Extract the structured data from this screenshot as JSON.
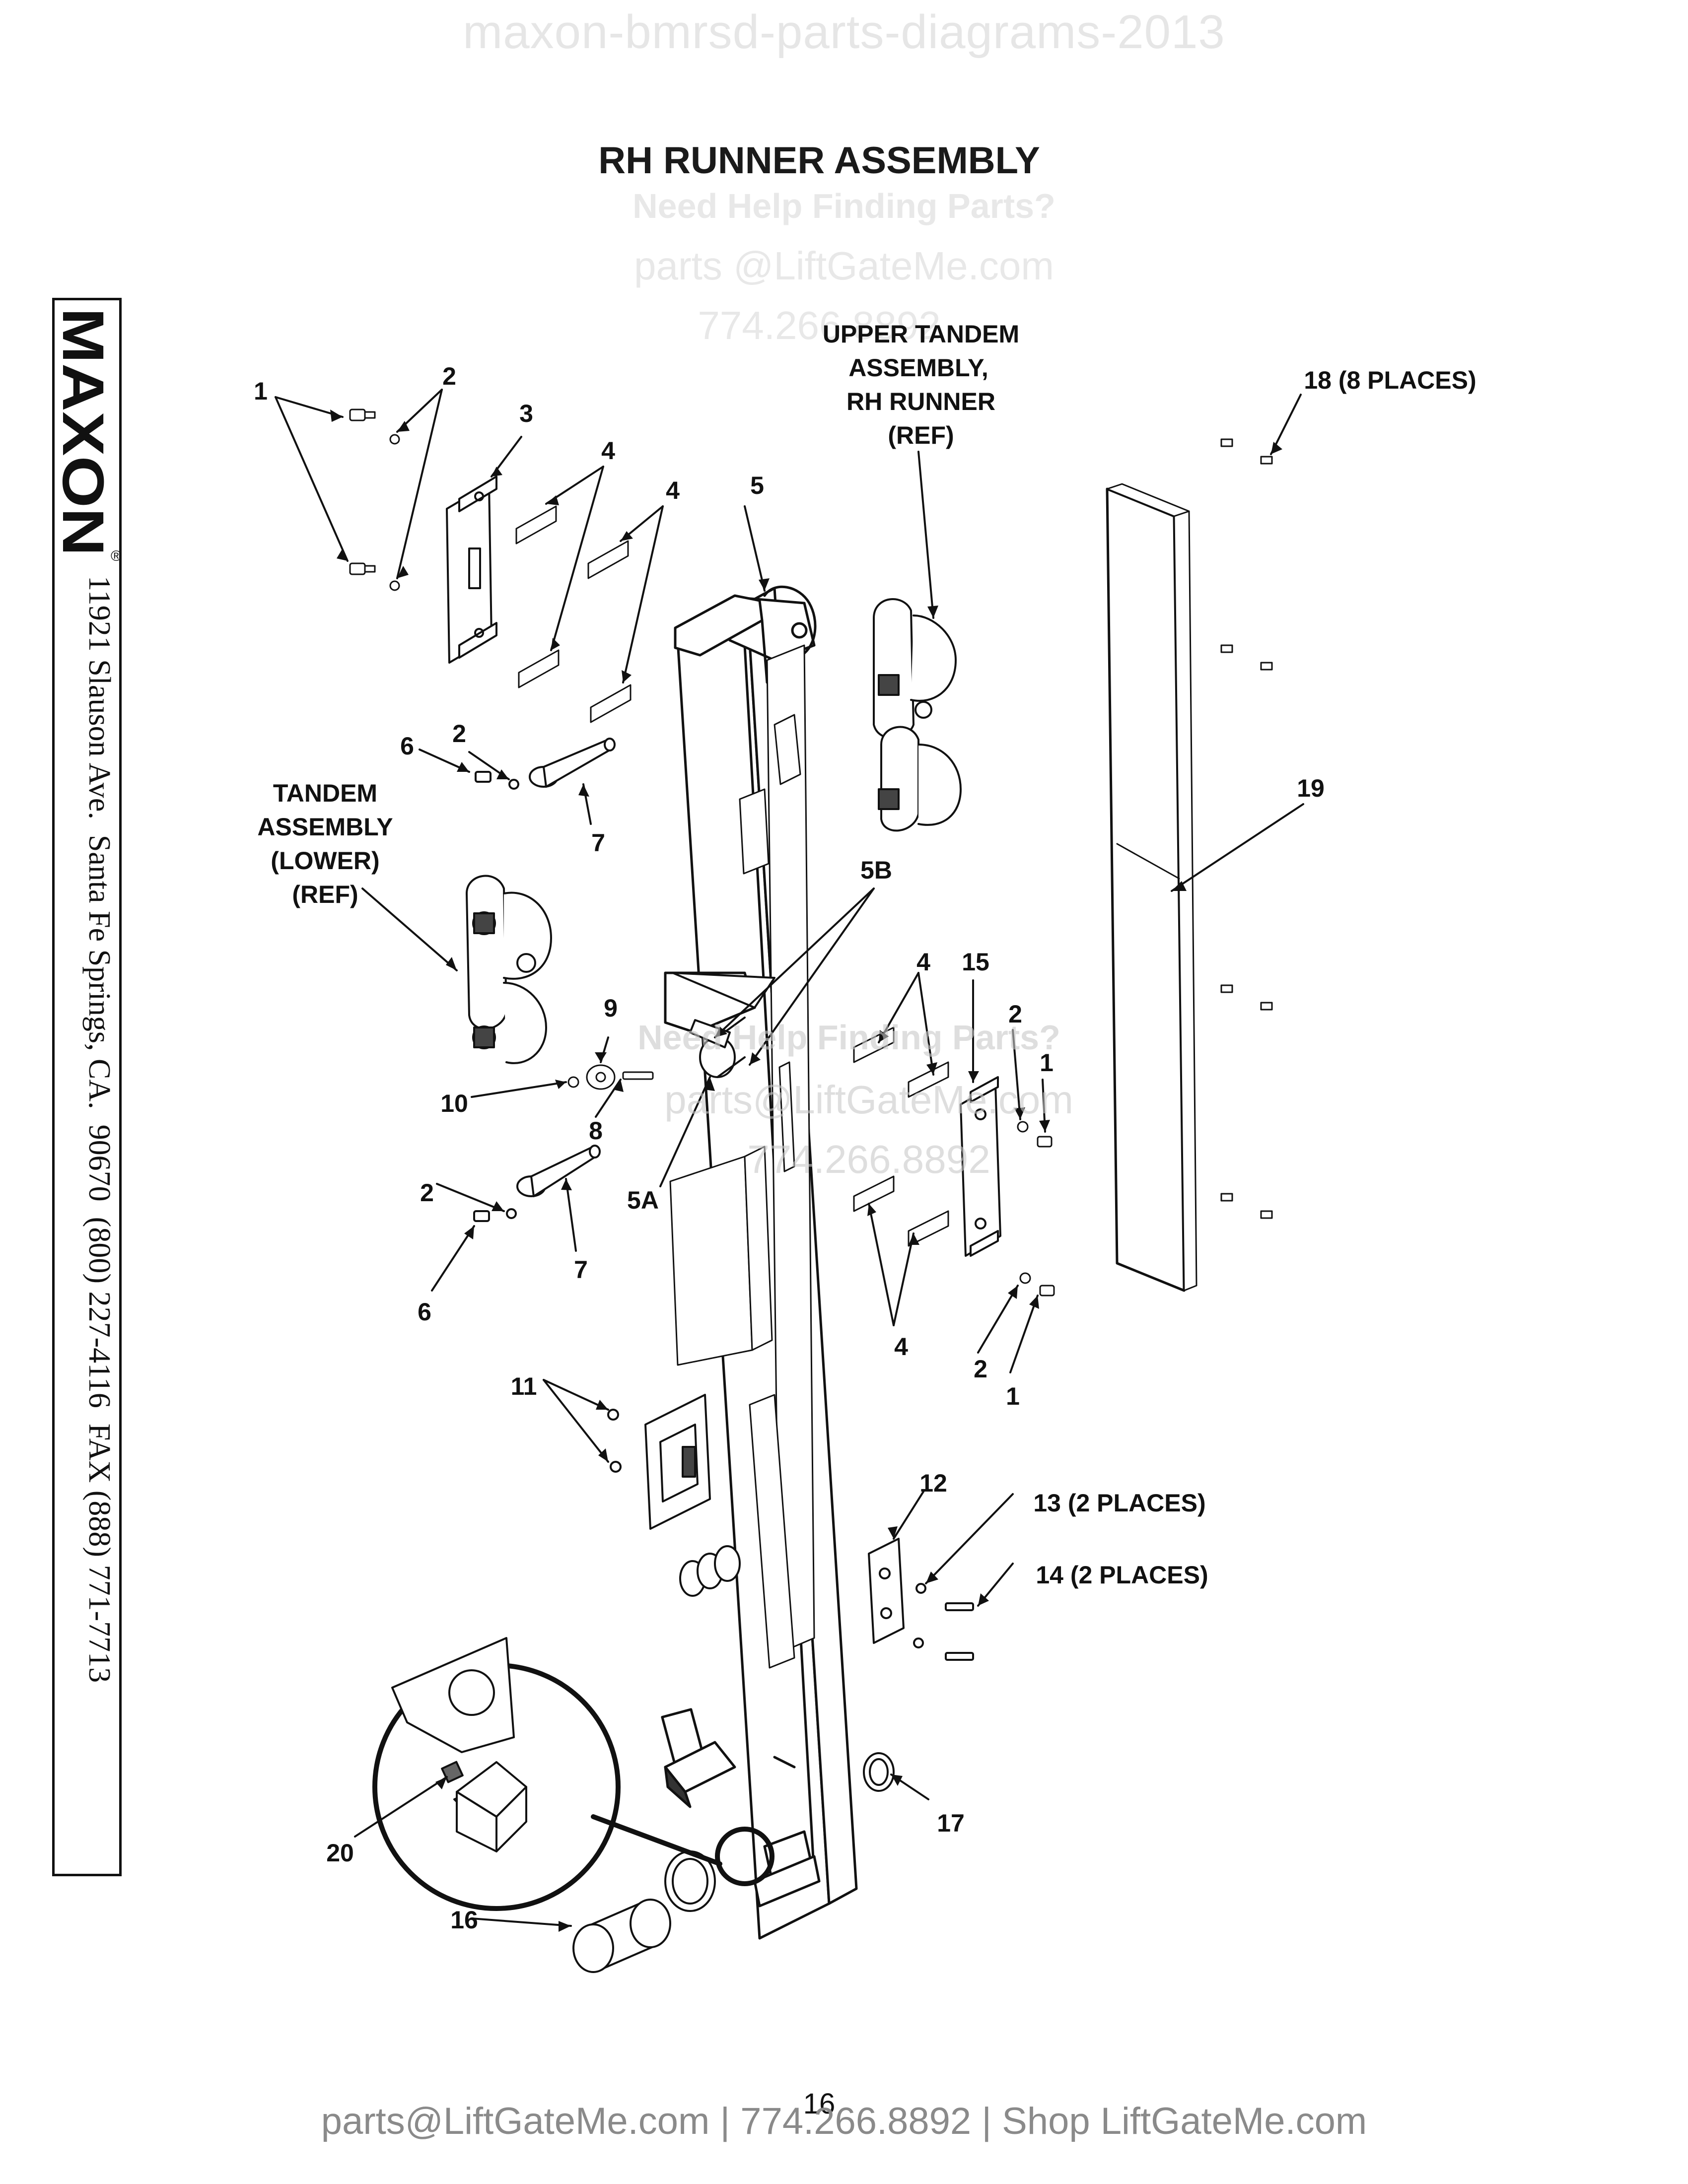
{
  "watermark_top": "maxon-bmrsd-parts-diagrams-2013",
  "title": "RH RUNNER ASSEMBLY",
  "watermarks": {
    "help_heading": "Need Help Finding Parts?",
    "email": "parts @LiftGateMe.com",
    "phone": "774.266.8892",
    "help_heading_2": "Need Help Finding Parts?",
    "email_2": "parts@LiftGateMe.com",
    "phone_2": "774.266.8892"
  },
  "brand": {
    "logo": "MAXON",
    "registered": "®",
    "address": "11921 Slauson Ave.  Santa Fe Springs, CA.  90670  (800) 227-4116  FAX (888) 771-7713"
  },
  "callouts": {
    "c1_top": "1",
    "c2_top": "2",
    "c3": "3",
    "c4_a": "4",
    "c4_b": "4",
    "c5": "5",
    "upper_tandem_1": "UPPER TANDEM",
    "upper_tandem_2": "ASSEMBLY,",
    "upper_tandem_3": "RH RUNNER",
    "upper_tandem_4": "(REF)",
    "c18": "18 (8 PLACES)",
    "c6_top": "6",
    "c2_mid": "2",
    "c7_top": "7",
    "tandem_1": "TANDEM",
    "tandem_2": "ASSEMBLY",
    "tandem_3": "(LOWER)",
    "tandem_4": "(REF)",
    "c19": "19",
    "c5b": "5B",
    "c4_c": "4",
    "c15": "15",
    "c2_right": "2",
    "c1_right": "1",
    "c9": "9",
    "c10": "10",
    "c8": "8",
    "c5a": "5A",
    "c2_low": "2",
    "c7_low": "7",
    "c6_low": "6",
    "c4_d": "4",
    "c2_right_low": "2",
    "c1_right_low": "1",
    "c11": "11",
    "c12": "12",
    "c13": "13 (2 PLACES)",
    "c14": "14 (2 PLACES)",
    "c17": "17",
    "c20": "20",
    "c16": "16"
  },
  "page_number": "16",
  "footer": "parts@LiftGateMe.com | 774.266.8892 | Shop LiftGateMe.com"
}
